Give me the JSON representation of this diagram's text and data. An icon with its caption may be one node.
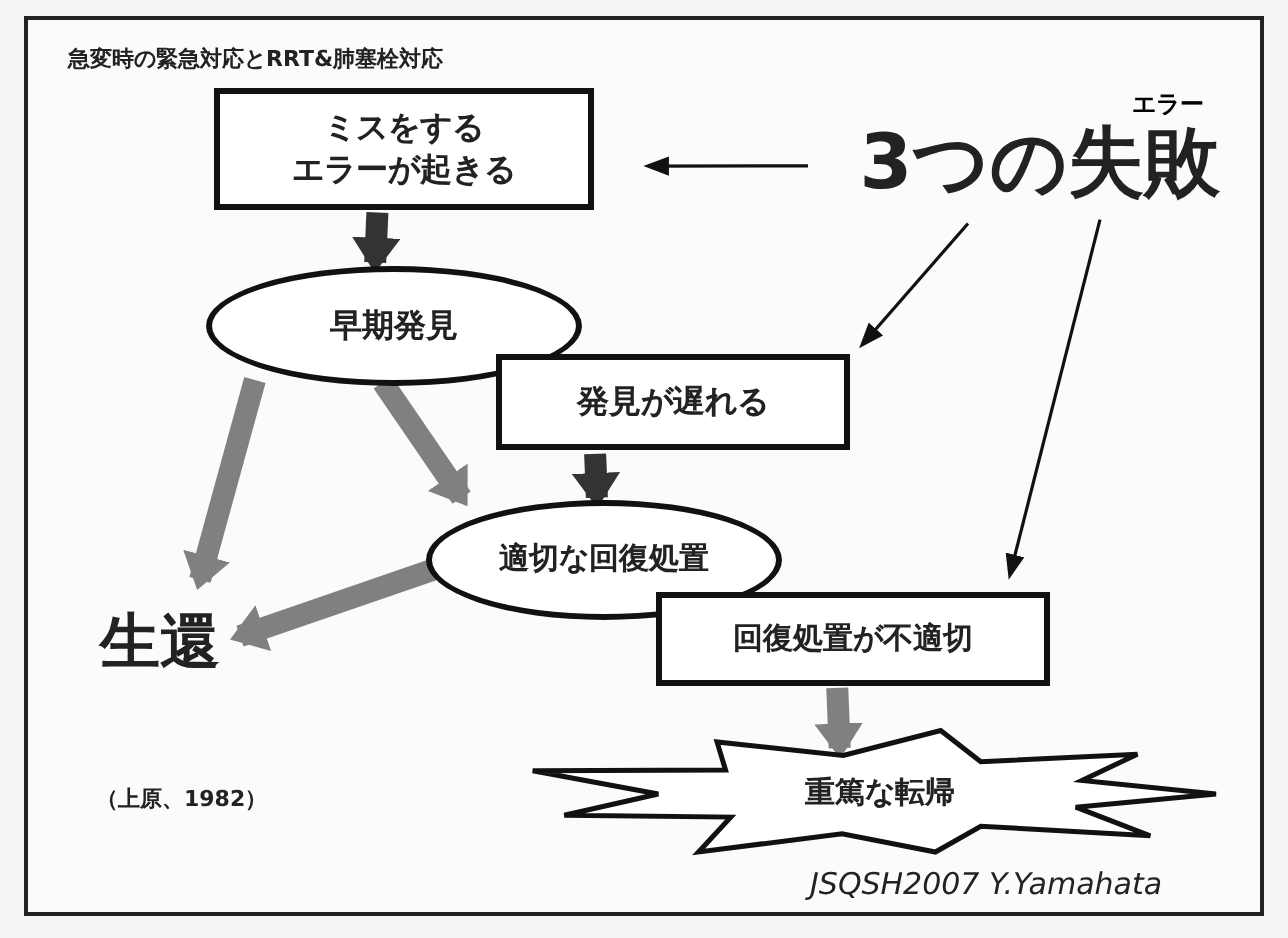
{
  "diagram": {
    "title": "急変時の緊急対応とRRT&肺塞栓対応",
    "nodes": [
      {
        "text": [
          "ミスをするエラーが起きる"
        ]
      },
      {
        "text": [
          "3つの失敗"
        ],
        "beside": [
          "エラー"
        ]
      },
      {
        "text": [
          "早期発見"
        ]
      },
      {
        "text": [
          "発見が遅れる"
        ]
      },
      {
        "text": [
          "適切な回復処置"
        ]
      },
      {
        "text": [
          "生還"
        ]
      },
      {
        "text": [
          "回復処置が不適切"
        ]
      },
      {
        "text": [
          "重篤な転帰"
        ]
      }
    ],
    "edges": [
      {
        "from": 0,
        "to": 2,
        "arrow": "to",
        "color": "#333333"
      },
      {
        "from": 1,
        "to": 0,
        "arrow": "to",
        "color": "#111111"
      },
      {
        "from": 1,
        "to": 3,
        "arrow": "to",
        "color": "#111111"
      },
      {
        "from": 1,
        "to": 6,
        "arrow": "to",
        "color": "#111111"
      },
      {
        "from": 2,
        "to": 5,
        "arrow": "to"
      },
      {
        "from": 2,
        "to": 4,
        "arrow": "to"
      },
      {
        "from": 3,
        "to": 4,
        "arrow": "to",
        "color": "#333333"
      },
      {
        "from": 4,
        "to": 5,
        "arrow": "to"
      },
      {
        "from": 6,
        "to": 7,
        "arrow": "to"
      }
    ],
    "labels": [
      "（上原、1982）",
      "JSQSH2007 Y.Yamahata"
    ]
  }
}
